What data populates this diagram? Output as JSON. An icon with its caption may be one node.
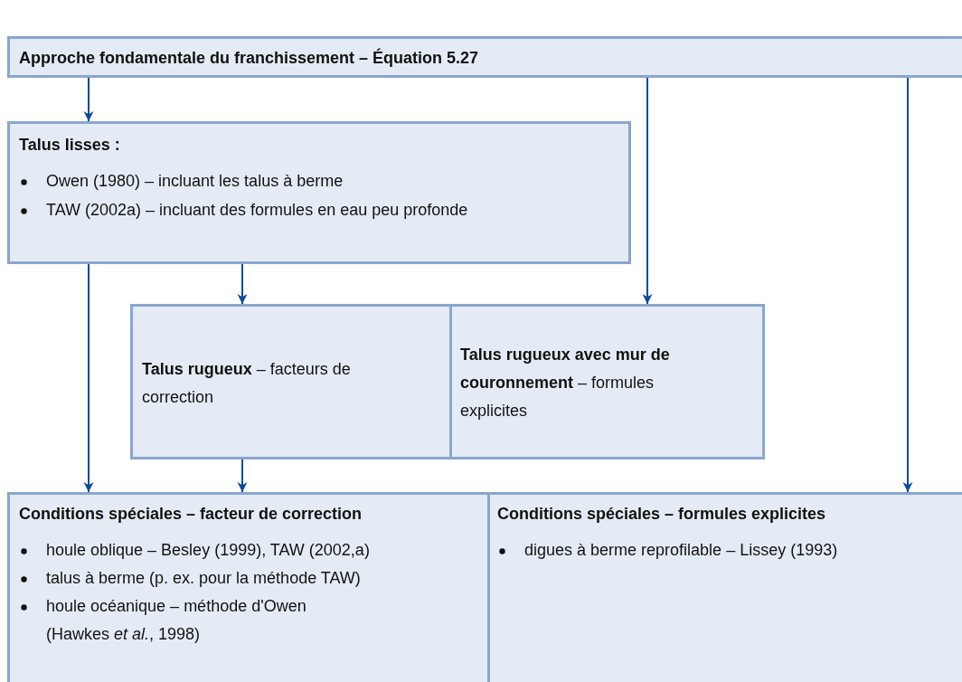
{
  "diagram": {
    "nodes": [
      {
        "text": [
          "Approche fondamentale du franchissement – Équation 5.27"
        ]
      },
      {
        "text": [
          "Talus lisses :",
          "Owen (1980) – incluant les talus à berme",
          "TAW (2002a) – incluant des formules en eau peu profonde"
        ]
      },
      {
        "text": [
          "**Talus rugueux** – facteurs de correction"
        ]
      },
      {
        "text": [
          "**Talus rugueux avec mur de couronnement** – formules explicites"
        ]
      },
      {
        "text": [
          "Conditions spéciales – facteur de correction",
          "houle oblique – Besley (1999), TAW (2002,a)",
          "talus à berme (p. ex. pour la méthode TAW)",
          "houle océanique – méthode d'Owen (Hawkes *et al.*, 1998)"
        ]
      },
      {
        "text": [
          "Conditions spéciales – formules explicites",
          "digues à berme reprofilable – Lissey (1993)"
        ]
      }
    ],
    "edges": [
      {
        "from": 0,
        "to": 1,
        "arrow": "to"
      },
      {
        "from": 0,
        "to": 3,
        "arrow": "to"
      },
      {
        "from": 0,
        "to": 5,
        "arrow": "to"
      },
      {
        "from": 1,
        "to": 2,
        "arrow": "to"
      },
      {
        "from": 1,
        "to": 4,
        "arrow": "to"
      },
      {
        "from": 2,
        "to": 4,
        "arrow": "to"
      }
    ]
  }
}
